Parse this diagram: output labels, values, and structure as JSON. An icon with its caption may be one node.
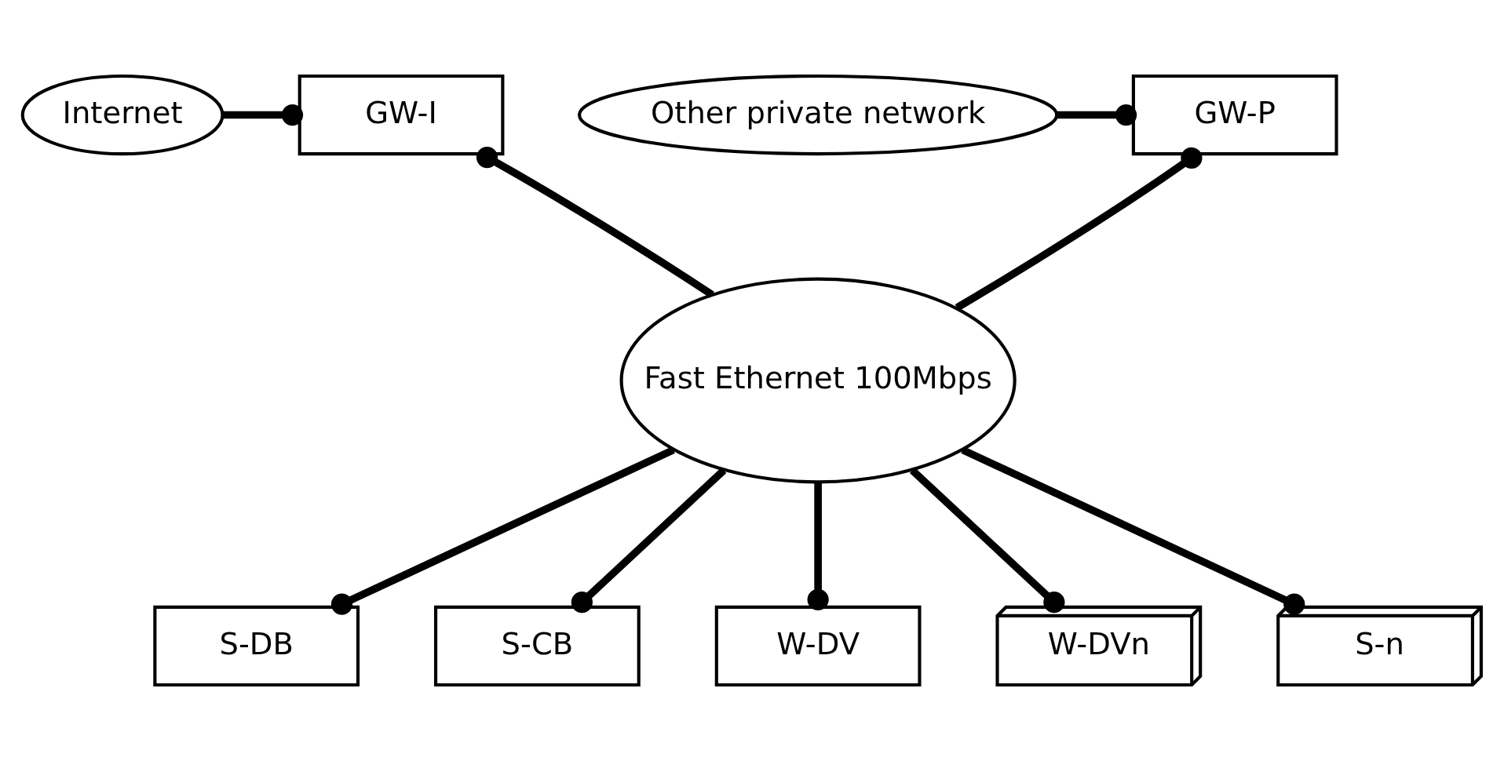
{
  "diagram": {
    "nodes": [
      {
        "text": [
          "Internet"
        ]
      },
      {
        "text": [
          "GW-I"
        ]
      },
      {
        "text": [
          "GW-P"
        ]
      },
      {
        "text": [
          "Other private network"
        ]
      },
      {
        "text": [
          "Fast Ethernet 100Mbps"
        ]
      },
      {
        "text": [
          "S-DB"
        ]
      },
      {
        "text": [
          "S-CB"
        ]
      },
      {
        "text": [
          "W-DV"
        ]
      },
      {
        "text": [
          "W-DVn"
        ]
      },
      {
        "text": [
          "S-n"
        ]
      }
    ],
    "edges": [
      {
        "from": 0,
        "to": 1,
        "arrow": "other"
      },
      {
        "from": 4,
        "to": 1,
        "arrow": "other"
      },
      {
        "from": 4,
        "to": 2,
        "arrow": "other"
      },
      {
        "from": 3,
        "to": 2,
        "arrow": "other"
      },
      {
        "from": 4,
        "to": 5,
        "arrow": "other"
      },
      {
        "from": 4,
        "to": 6,
        "arrow": "other"
      },
      {
        "from": 4,
        "to": 7,
        "arrow": "other"
      },
      {
        "from": 4,
        "to": 8,
        "arrow": "other"
      },
      {
        "from": 4,
        "to": 9,
        "arrow": "other"
      }
    ]
  }
}
